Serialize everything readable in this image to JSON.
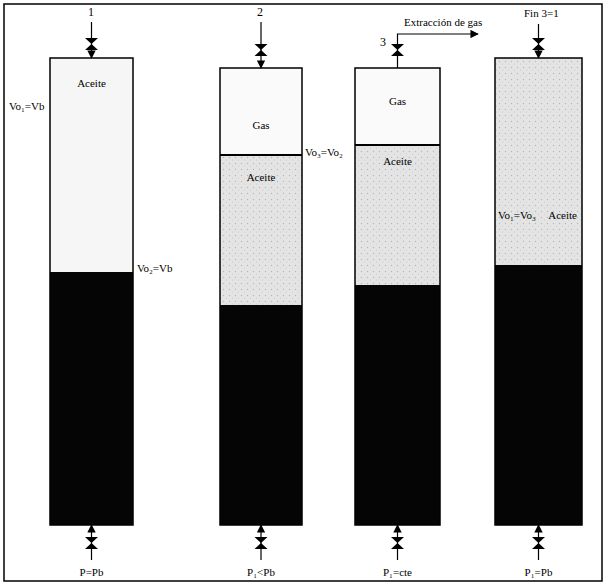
{
  "diagram": {
    "nodes": [
      {
        "text": [
          "Aceite"
        ]
      },
      {
        "text": [
          "Gas"
        ]
      },
      {
        "text": [
          "Aceite"
        ]
      },
      {
        "text": [
          "Gas"
        ]
      },
      {
        "text": [
          "Aceite"
        ]
      },
      {
        "text": [
          "Aceite"
        ]
      }
    ],
    "labels": [
      "1",
      "2",
      "3",
      "Extracción de gas",
      "Fin 3=1",
      "Vo₁=Vb",
      "Vo₂=Vb",
      "Vo₃=Vo₂",
      "Vo₁=Vo₃",
      "P=Pb",
      "P₁<Pb",
      "P₁=cte",
      "P₁=Pb"
    ]
  }
}
